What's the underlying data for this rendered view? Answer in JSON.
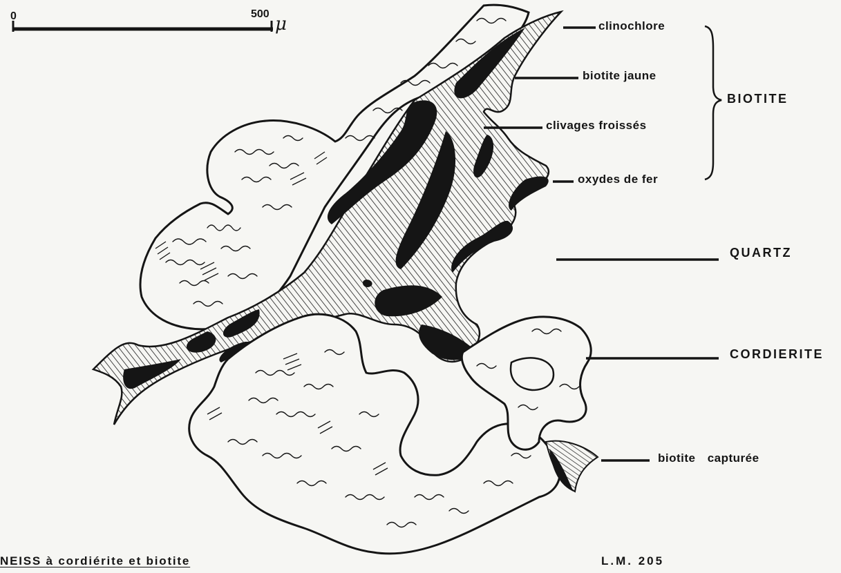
{
  "scale_bar": {
    "start_label": "0",
    "end_label": "500",
    "unit": "μ"
  },
  "labels": {
    "clinochlore": "clinochlore",
    "biotite_jaune": "biotite jaune",
    "clivages_froisses": "clivages froissés",
    "oxydes_de_fer": "oxydes de fer",
    "biotite_group": "BIOTITE",
    "quartz": "QUARTZ",
    "cordierite": "CORDIERITE",
    "biotite_capturee": "biotite capturée"
  },
  "caption": "NEISS à cordiérite et biotite",
  "reference": "L.M. 205"
}
